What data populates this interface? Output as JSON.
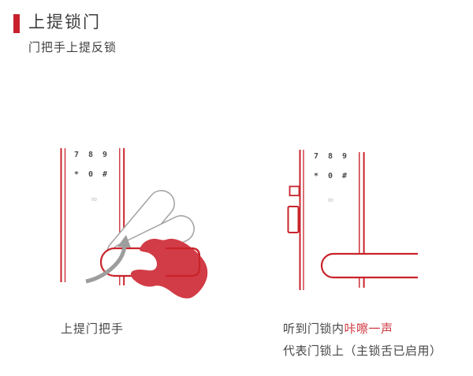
{
  "header": {
    "title": "上提锁门",
    "subtitle": "门把手上提反锁"
  },
  "figures": {
    "left": {
      "keypad": {
        "row1": [
          "7",
          "8",
          "9"
        ],
        "row2": [
          "*",
          "0",
          "#"
        ]
      },
      "sensor_icon": "∞",
      "caption": "上提门把手"
    },
    "right": {
      "keypad": {
        "row1": [
          "7",
          "8",
          "9"
        ],
        "row2": [
          "*",
          "0",
          "#"
        ]
      },
      "sensor_icon": "∞",
      "caption_line1_dark": "听到门锁内",
      "caption_line1_red": "咔嚓一声",
      "caption_line2": "代表门锁上（主锁舌已启用）"
    }
  },
  "colors": {
    "accent_red": "#c8202d",
    "line_red": "#c9232b",
    "hand_red": "#d23c46",
    "art_gray": "#9d9d9d",
    "text_dark": "#3f3f3f",
    "caption_red": "#ce3a42"
  }
}
